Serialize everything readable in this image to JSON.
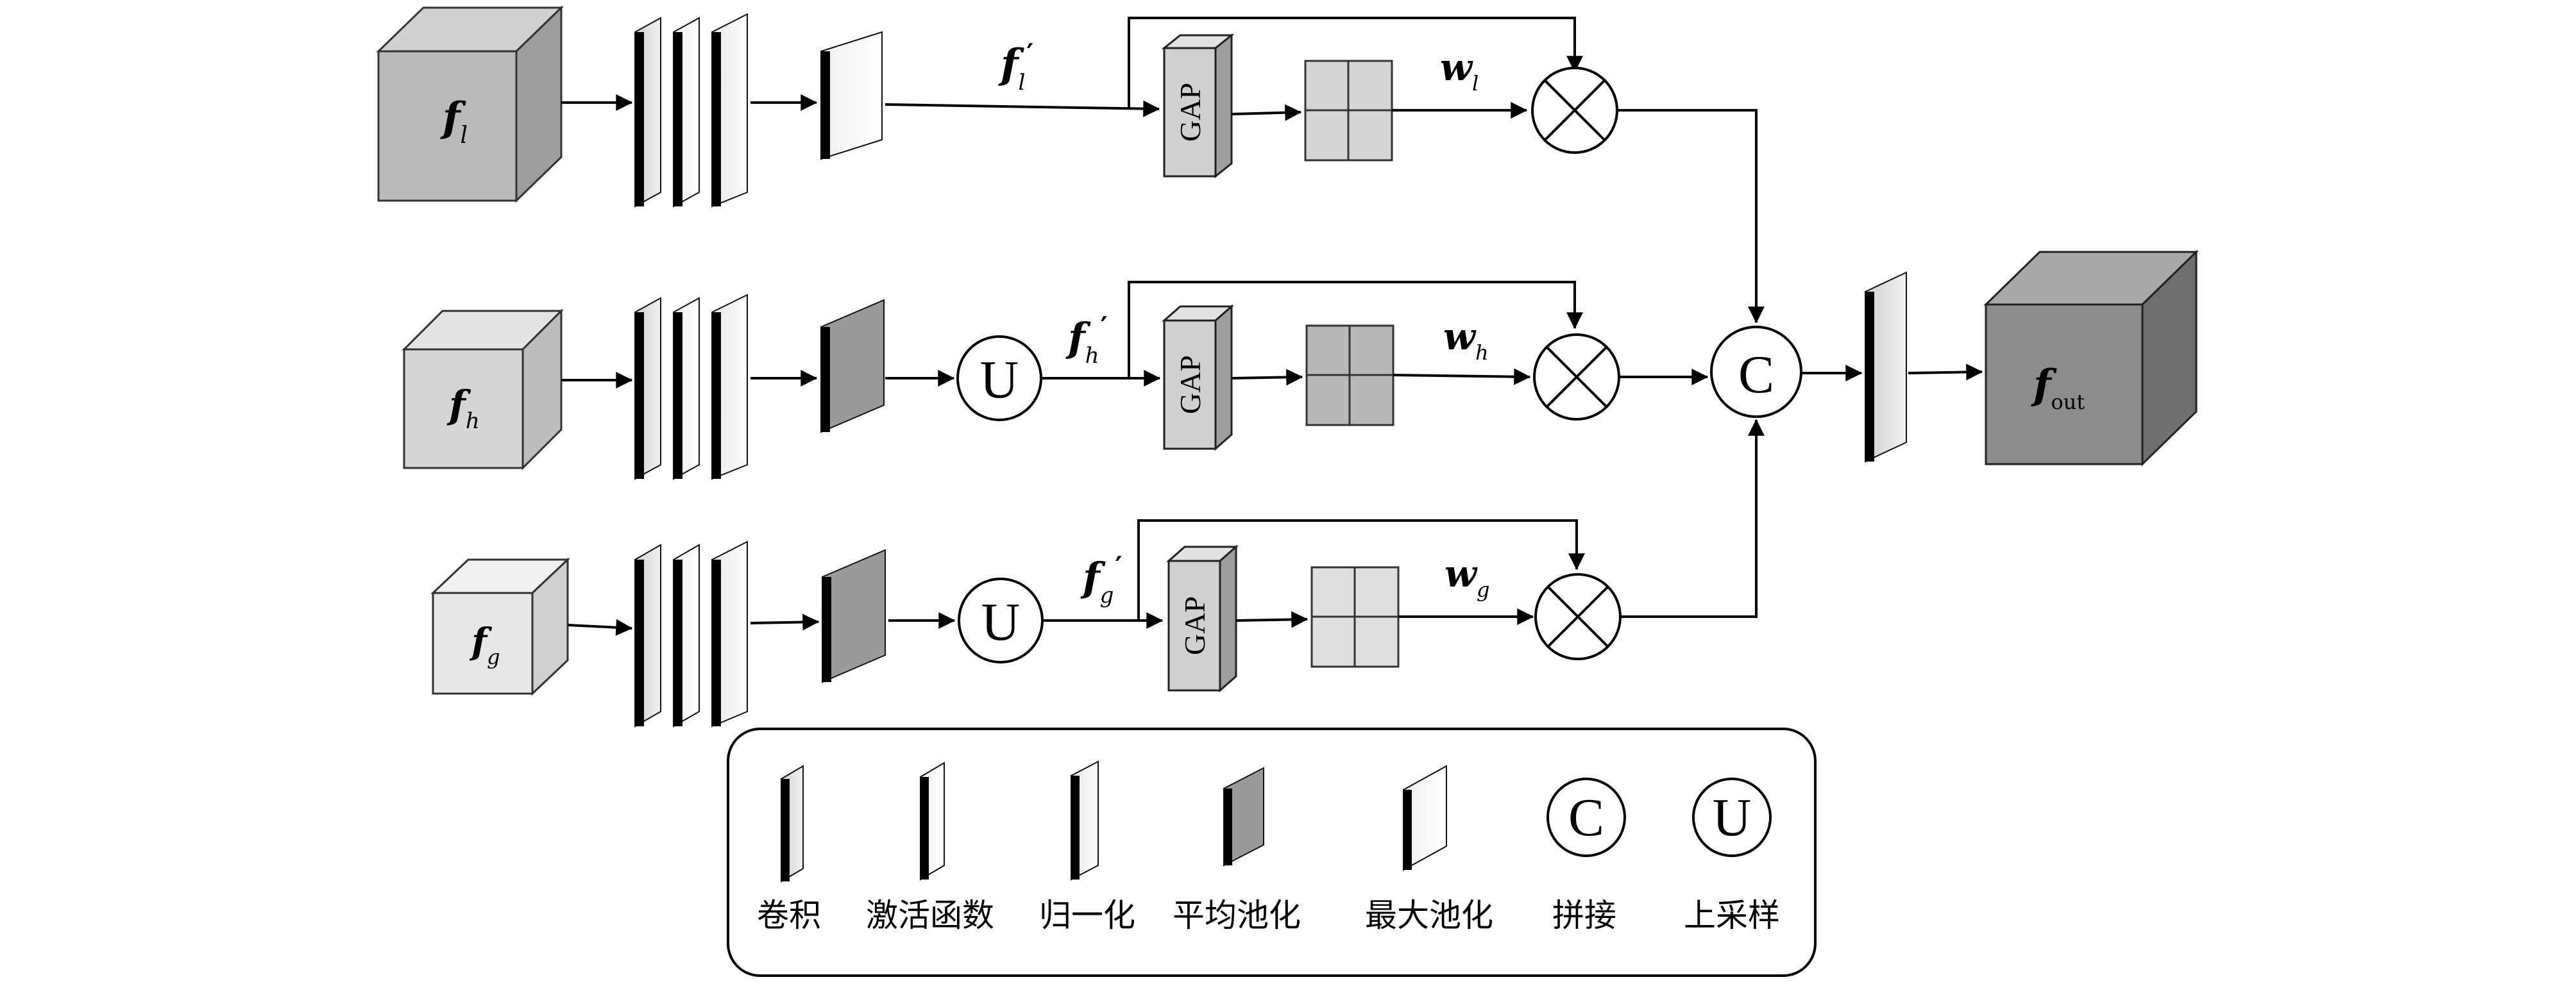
{
  "inputs": {
    "fl": {
      "base": "f",
      "sub": "l"
    },
    "fh": {
      "base": "f",
      "sub": "h"
    },
    "fg": {
      "base": "f",
      "sub": "g"
    }
  },
  "features": {
    "fl_prime": {
      "base": "f",
      "sub": "l",
      "prime": "′"
    },
    "fh_prime": {
      "base": "f",
      "sub": "h",
      "prime": "′"
    },
    "fg_prime": {
      "base": "f",
      "sub": "g",
      "prime": "′"
    }
  },
  "weights": {
    "wl": {
      "base": "w",
      "sub": "l"
    },
    "wh": {
      "base": "w",
      "sub": "h"
    },
    "wg": {
      "base": "w",
      "sub": "g"
    }
  },
  "output": {
    "base": "f",
    "sub": "out"
  },
  "operators": {
    "gap": "GAP",
    "upsample_symbol": "U",
    "concat_symbol": "C"
  },
  "legend": {
    "conv": "卷积",
    "activation": "激活函数",
    "normalization": "归一化",
    "avg_pool": "平均池化",
    "max_pool": "最大池化",
    "concat": "拼接",
    "upsample": "上采样",
    "concat_symbol": "C",
    "upsample_symbol": "U"
  },
  "colors": {
    "input_l": "#b9b9b9",
    "input_h": "#d6d6d6",
    "input_g": "#e6e6e6",
    "output": "#8c8c8c",
    "avg_pool_fill": "#9a9a9a",
    "weight_grid_l": "#d4d4d4",
    "weight_grid_h": "#b8b8b8",
    "weight_grid_g": "#dedede"
  }
}
